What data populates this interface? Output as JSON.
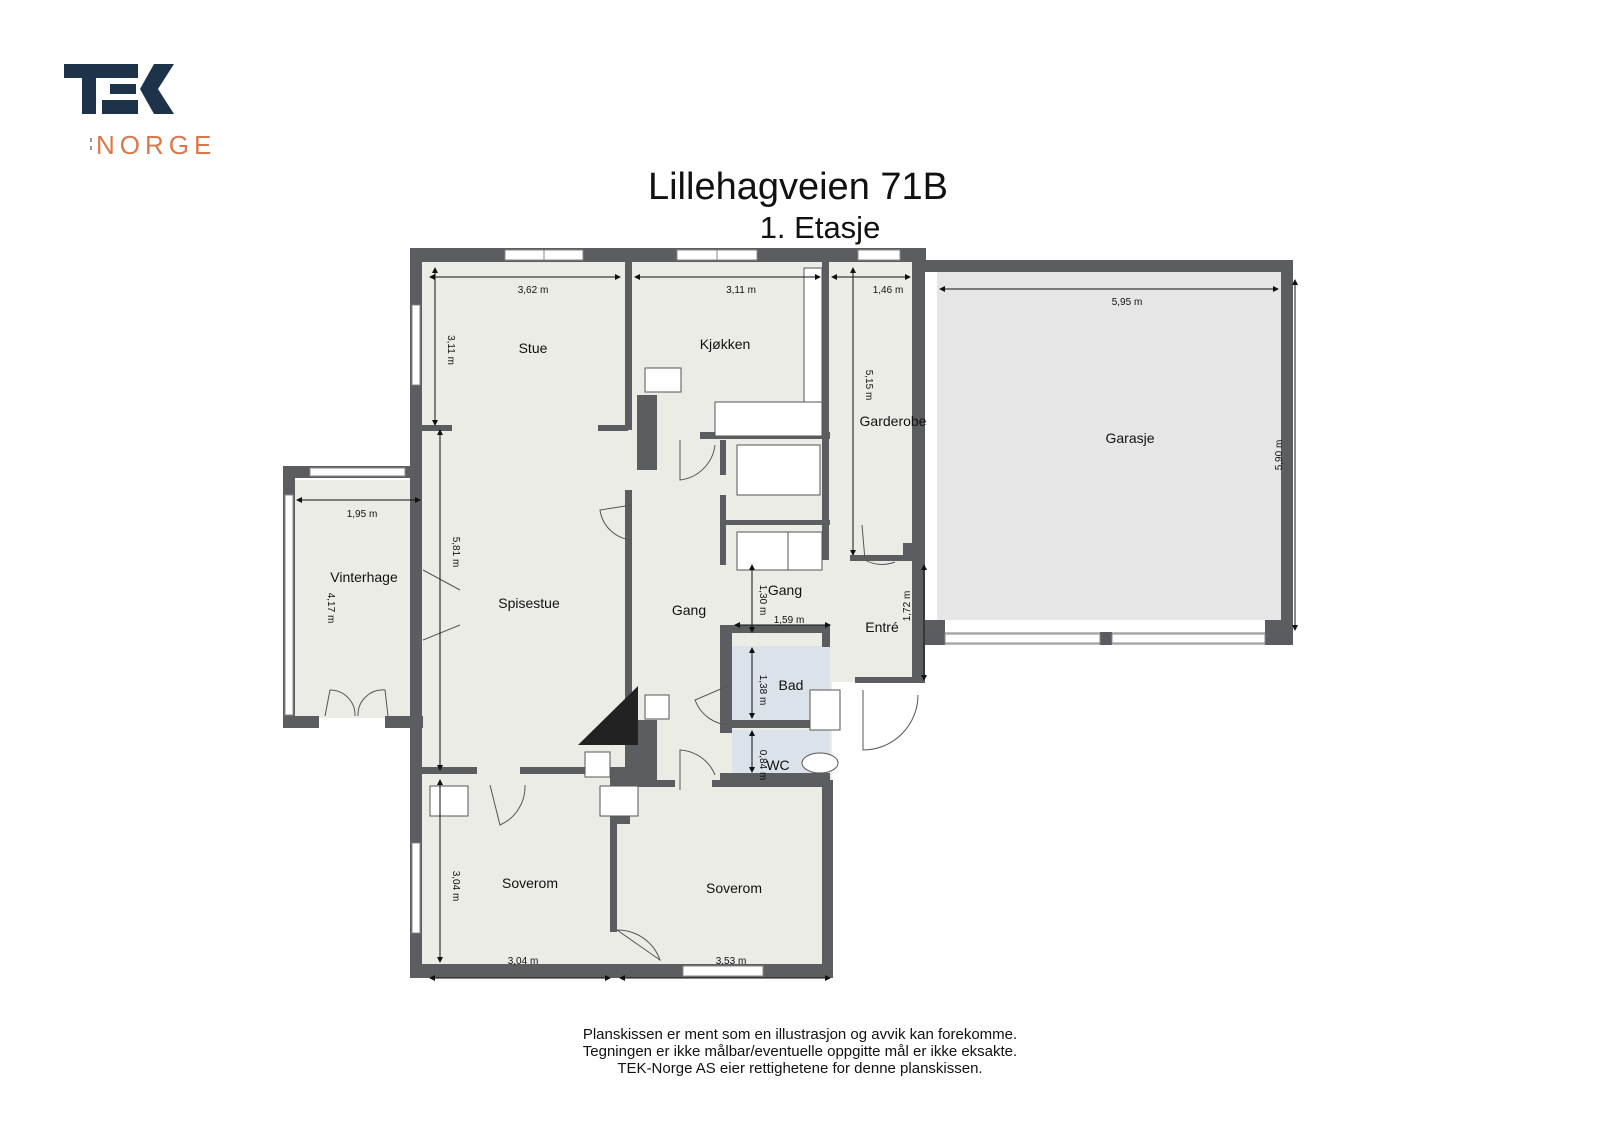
{
  "logo": {
    "brand": "TEK",
    "sub": "NORGE",
    "brand_color": "#1c3349",
    "sub_color": "#d9794b"
  },
  "header": {
    "title": "Lillehagveien 71B",
    "subtitle": "1. Etasje"
  },
  "colors": {
    "wall": "#5b5d61",
    "floor": "#ecece7",
    "garage": "#e6e6e6",
    "wet_room": "#dce2ea"
  },
  "rooms": {
    "stue": "Stue",
    "kjokken": "Kjøkken",
    "garderobe": "Garderobe",
    "garasje": "Garasje",
    "vinterhage": "Vinterhage",
    "spisestue": "Spisestue",
    "gang_main": "Gang",
    "gang_small": "Gang",
    "entre": "Entré",
    "bad": "Bad",
    "wc": "WC",
    "soverom_left": "Soverom",
    "soverom_right": "Soverom"
  },
  "dimensions": {
    "stue_width": "3,62 m",
    "stue_depth": "3,11 m",
    "kjokken_width": "3,11 m",
    "garderobe_width": "1,46 m",
    "garderobe_depth": "5,15 m",
    "garasje_width": "5,95 m",
    "garasje_depth": "5,90 m",
    "vinterhage_width": "1,95 m",
    "vinterhage_depth": "4,17 m",
    "spisestue_depth": "5,81 m",
    "gang_depth": "1,30 m",
    "gang_width": "1,59 m",
    "entre_depth": "1,72 m",
    "bad_depth": "1,38 m",
    "wc_depth": "0,84 m",
    "soverom_left_depth": "3,04 m",
    "soverom_left_width": "3,04 m",
    "soverom_right_width": "3,53 m"
  },
  "disclaimer": [
    "Planskissen er ment som en illustrasjon og avvik kan forekomme.",
    "Tegningen er ikke målbar/eventuelle oppgitte mål er ikke eksakte.",
    "TEK-Norge AS eier rettighetene for denne planskissen."
  ]
}
